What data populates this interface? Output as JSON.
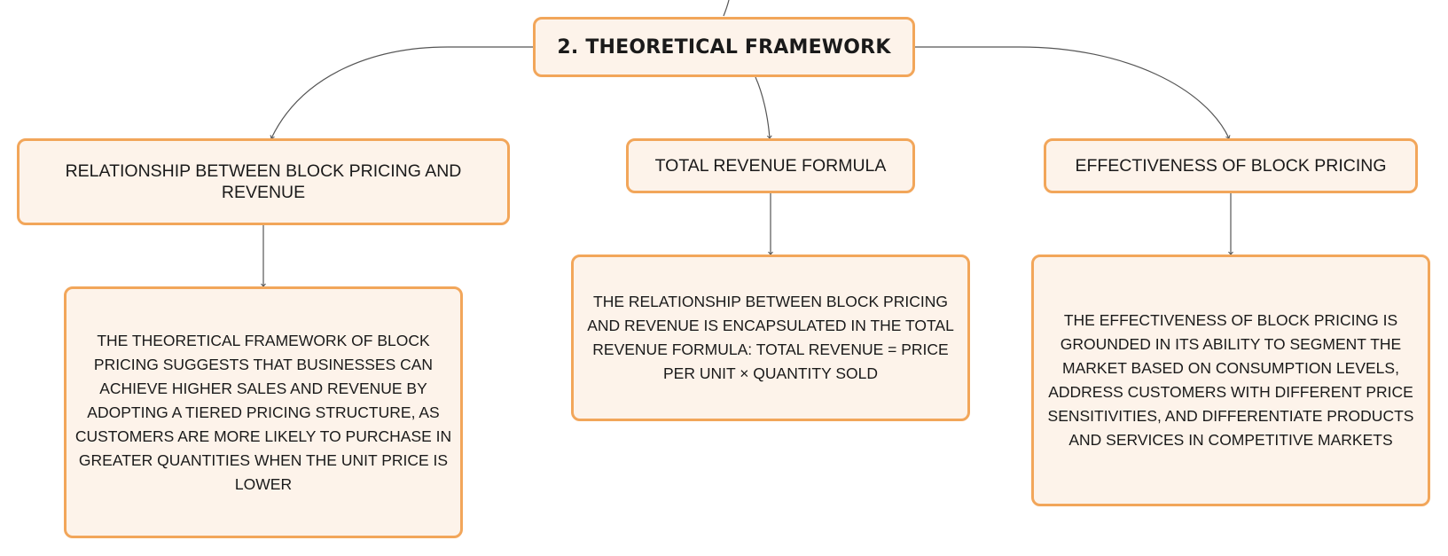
{
  "root": {
    "title": "2. THEORETICAL FRAMEWORK"
  },
  "topics": [
    {
      "label": "RELATIONSHIP BETWEEN BLOCK PRICING AND REVENUE",
      "detail": "THE THEORETICAL FRAMEWORK OF BLOCK PRICING SUGGESTS THAT BUSINESSES CAN ACHIEVE HIGHER SALES AND REVENUE BY ADOPTING A TIERED PRICING STRUCTURE, AS CUSTOMERS ARE MORE LIKELY TO PURCHASE IN GREATER QUANTITIES WHEN THE UNIT PRICE IS LOWER"
    },
    {
      "label": "TOTAL REVENUE FORMULA",
      "detail": "THE RELATIONSHIP BETWEEN BLOCK PRICING AND REVENUE IS ENCAPSULATED IN THE TOTAL REVENUE FORMULA: TOTAL REVENUE = PRICE PER UNIT × QUANTITY SOLD"
    },
    {
      "label": "EFFECTIVENESS OF BLOCK PRICING",
      "detail": "THE EFFECTIVENESS OF BLOCK PRICING IS GROUNDED IN ITS ABILITY TO SEGMENT THE MARKET BASED ON CONSUMPTION LEVELS, ADDRESS CUSTOMERS WITH DIFFERENT PRICE SENSITIVITIES, AND DIFFERENTIATE PRODUCTS AND SERVICES IN COMPETITIVE MARKETS"
    }
  ],
  "colors": {
    "node_fill": "#fdf3ea",
    "node_border": "#f2a65a",
    "connector": "#555555"
  }
}
